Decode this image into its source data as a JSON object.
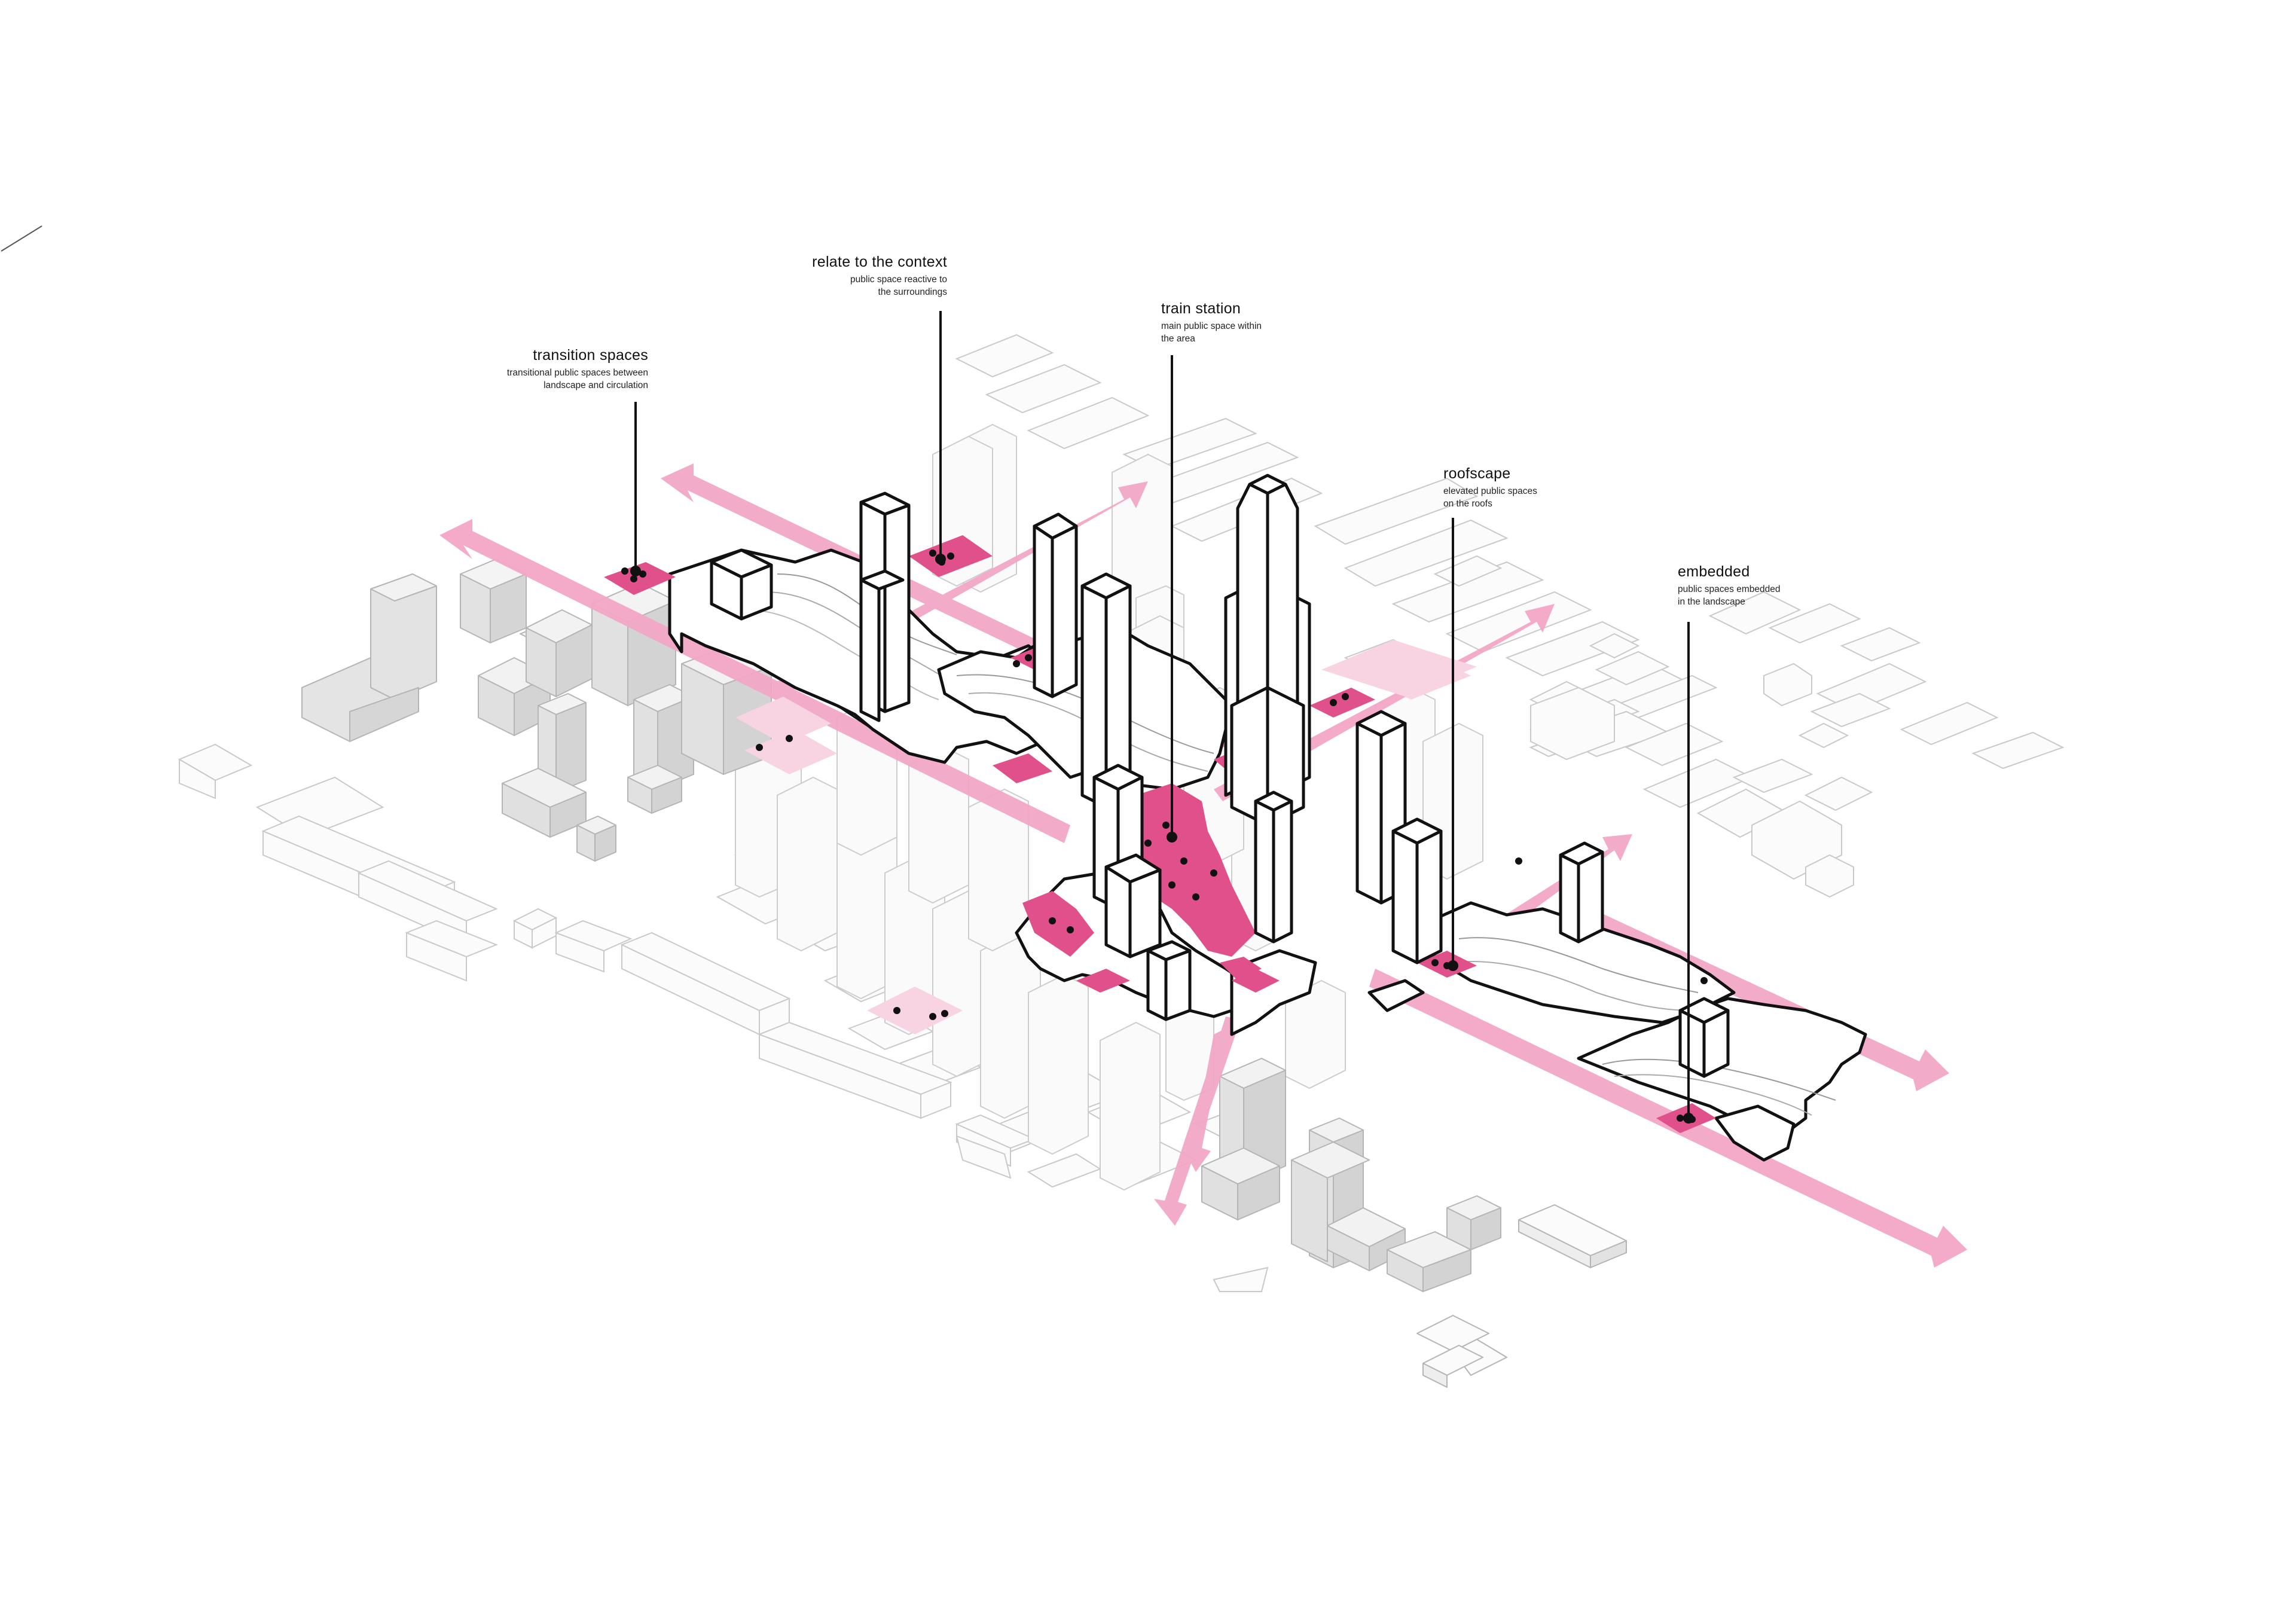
{
  "diagram": {
    "colors": {
      "accent_pink": "#e0508a",
      "light_pink": "#f2a7c6",
      "pale_pink": "#f8d3e2",
      "building_fill": "#ededed",
      "building_line": "#bdbdbd",
      "outline": "#111111",
      "background": "#ffffff"
    },
    "callouts": [
      {
        "id": "transition",
        "title": "transition spaces",
        "description": "transitional public spaces between\nlandscape and circulation"
      },
      {
        "id": "context",
        "title": "relate to the context",
        "description": "public space reactive to\nthe surroundings"
      },
      {
        "id": "station",
        "title": "train station",
        "description": "main public space within\nthe area"
      },
      {
        "id": "roofscape",
        "title": "roofscape",
        "description": "elevated public spaces\non the roofs"
      },
      {
        "id": "embedded",
        "title": "embedded",
        "description": "public spaces embedded\nin the landscape"
      }
    ]
  }
}
